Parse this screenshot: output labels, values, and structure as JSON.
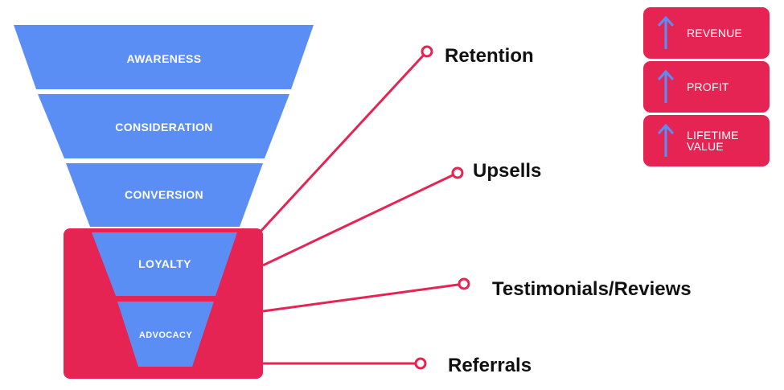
{
  "colors": {
    "funnel_blue": "#5b8ef5",
    "accent_red": "#e52454",
    "label_white": "#ffffff",
    "outcome_text": "#111111"
  },
  "funnel": {
    "stages": [
      {
        "label": "AWARENESS"
      },
      {
        "label": "CONSIDERATION"
      },
      {
        "label": "CONVERSION"
      },
      {
        "label": "LOYALTY"
      },
      {
        "label": "ADVOCACY"
      }
    ]
  },
  "outcomes": [
    {
      "label": "Retention"
    },
    {
      "label": "Upsells"
    },
    {
      "label": "Testimonials/Reviews"
    },
    {
      "label": "Referrals"
    }
  ],
  "metrics": [
    {
      "label": "REVENUE",
      "icon": "arrow-up-icon"
    },
    {
      "label": "PROFIT",
      "icon": "arrow-up-icon"
    },
    {
      "label": "LIFETIME\nVALUE",
      "icon": "arrow-up-icon"
    }
  ]
}
